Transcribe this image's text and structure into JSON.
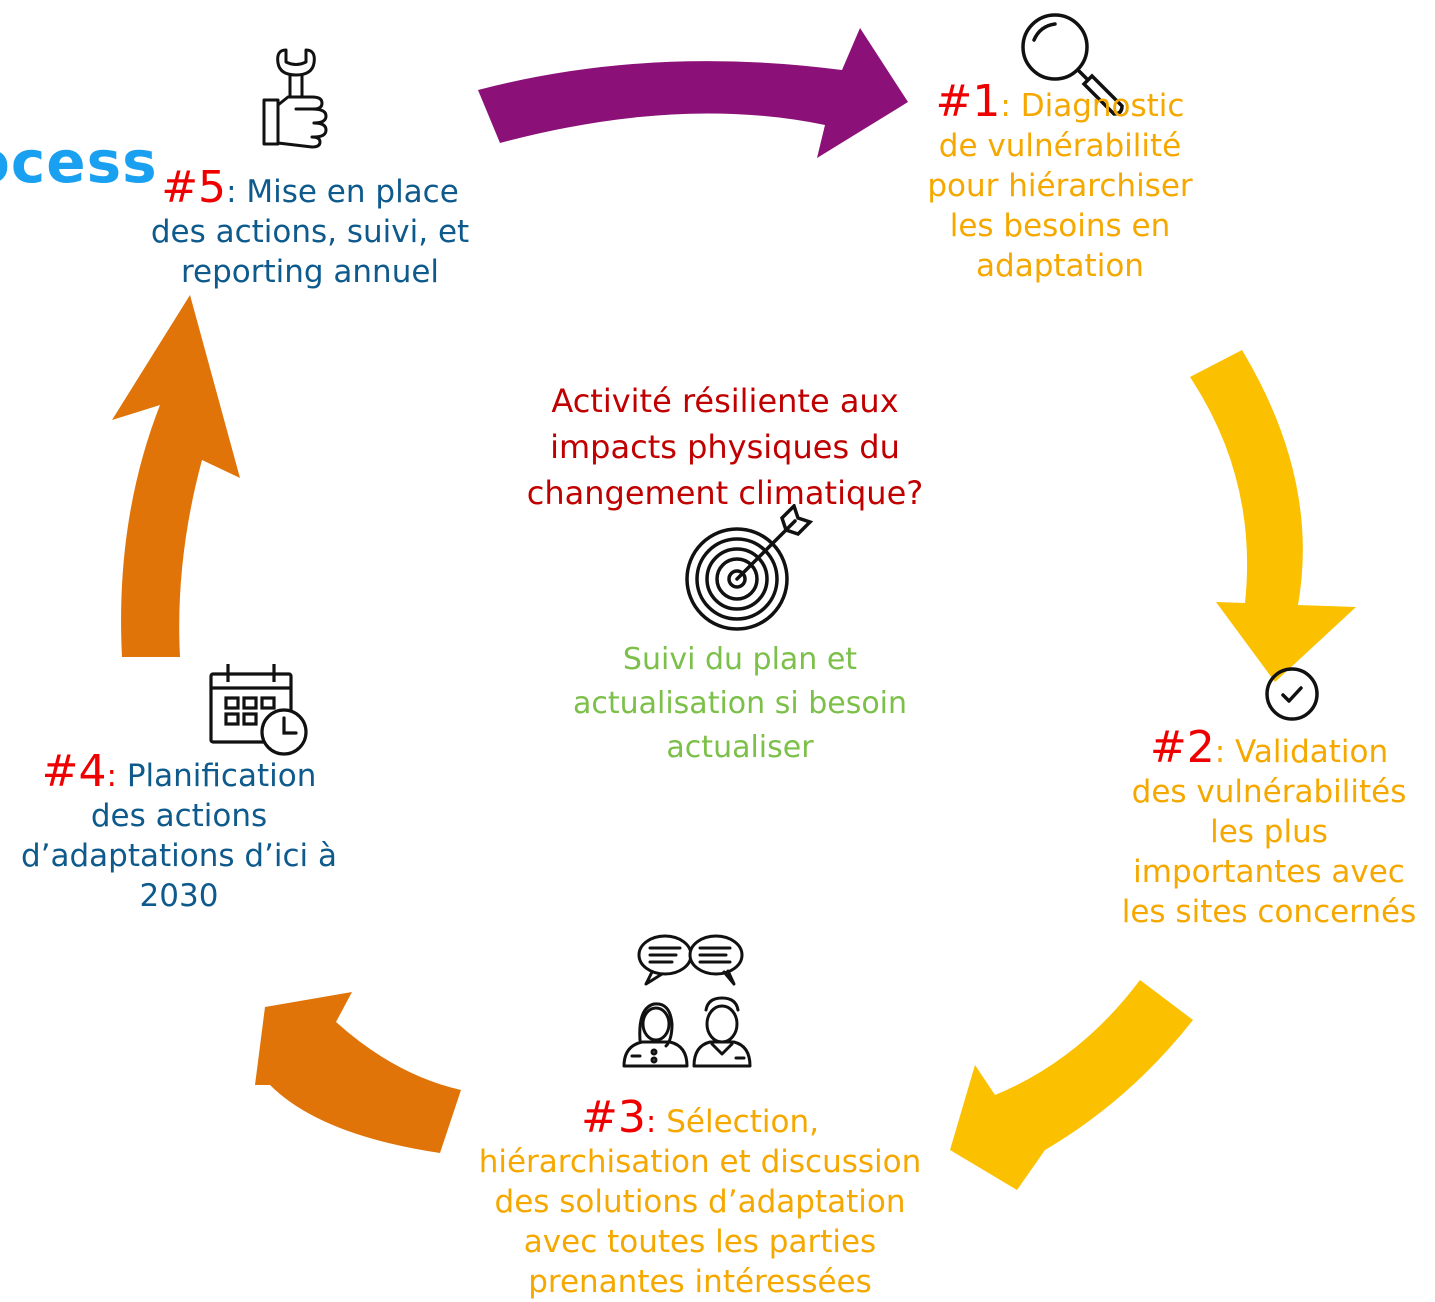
{
  "heading_fragment": "ocess",
  "center": {
    "goal_lines": [
      "Activité résiliente aux",
      "impacts physiques du",
      "changement climatique?"
    ],
    "follow_lines": [
      "Suivi du plan et",
      "actualisation si besoin",
      "actualiser"
    ]
  },
  "steps": [
    {
      "num": "#1",
      "sep": ": ",
      "lines": [
        "Diagnostic",
        "de vulnérabilité",
        "pour hiérarchiser",
        "les besoins en",
        "adaptation"
      ],
      "icon": "magnifier-icon"
    },
    {
      "num": "#2",
      "sep": ": ",
      "lines": [
        "Validation",
        "des vulnérabilités",
        "les plus",
        "importantes avec",
        "les sites concernés"
      ],
      "icon": "check-circle-icon"
    },
    {
      "num": "#3",
      "sep": ": ",
      "lines": [
        "Sélection,",
        "hiérarchisation et discussion",
        "des solutions d’adaptation",
        "avec toutes les parties",
        "prenantes intéressées"
      ],
      "icon": "discussion-people-icon"
    },
    {
      "num": "#4",
      "sep": ": ",
      "lines": [
        "Planification",
        "des actions",
        "d’adaptations d’ici à",
        "2030"
      ],
      "icon": "calendar-clock-icon"
    },
    {
      "num": "#5",
      "sep": ": ",
      "lines": [
        "Mise en place",
        "des actions, suivi, et",
        "reporting annuel"
      ],
      "icon": "wrench-hand-icon"
    }
  ],
  "colors": {
    "purple_arrow": "#8b1078",
    "yellow_arrow": "#fbc000",
    "orange_arrow": "#e07409",
    "step_red": "#ee0000",
    "text_orange": "#f5a800",
    "text_blue": "#0f5a8c",
    "center_red": "#c00000",
    "center_green": "#7cc04a",
    "heading_blue": "#1aa0f0"
  }
}
